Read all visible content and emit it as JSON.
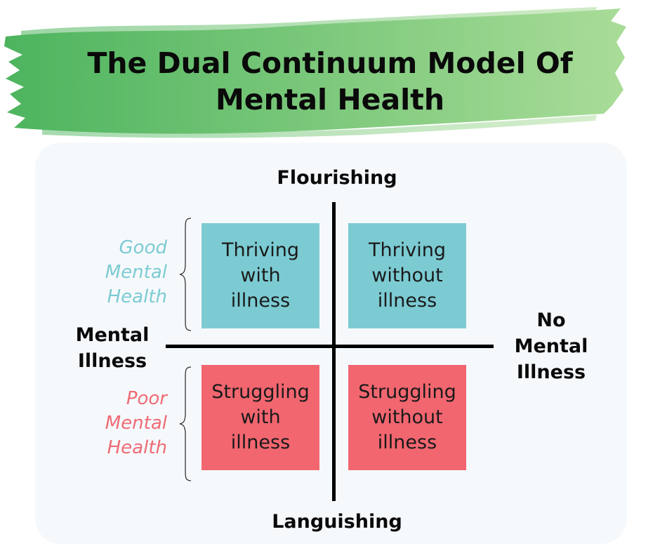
{
  "title": {
    "line1": "The Dual Continuum Model Of",
    "line2": "Mental Health"
  },
  "colors": {
    "brush_dark": "#4db45e",
    "brush_light": "#a9dc98",
    "good": "#7ccbd3",
    "good_text": "#7ccbd3",
    "poor": "#f26670",
    "poor_text": "#ef6b74",
    "panel": "#f6f9fc",
    "axis": "#000000"
  },
  "axes": {
    "top": "Flourishing",
    "bottom": "Languishing",
    "left": {
      "line1": "Mental",
      "line2": "Illness"
    },
    "right": {
      "line1": "No",
      "line2": "Mental",
      "line3": "Illness"
    }
  },
  "side_labels": {
    "good": {
      "line1": "Good",
      "line2": "Mental",
      "line3": "Health"
    },
    "poor": {
      "line1": "Poor",
      "line2": "Mental",
      "line3": "Health"
    }
  },
  "quadrants": {
    "top_left": {
      "line1": "Thriving",
      "line2": "with",
      "line3": "illness"
    },
    "top_right": {
      "line1": "Thriving",
      "line2": "without",
      "line3": "illness"
    },
    "bottom_left": {
      "line1": "Struggling",
      "line2": "with",
      "line3": "illness"
    },
    "bottom_right": {
      "line1": "Struggling",
      "line2": "without",
      "line3": "illness"
    }
  }
}
